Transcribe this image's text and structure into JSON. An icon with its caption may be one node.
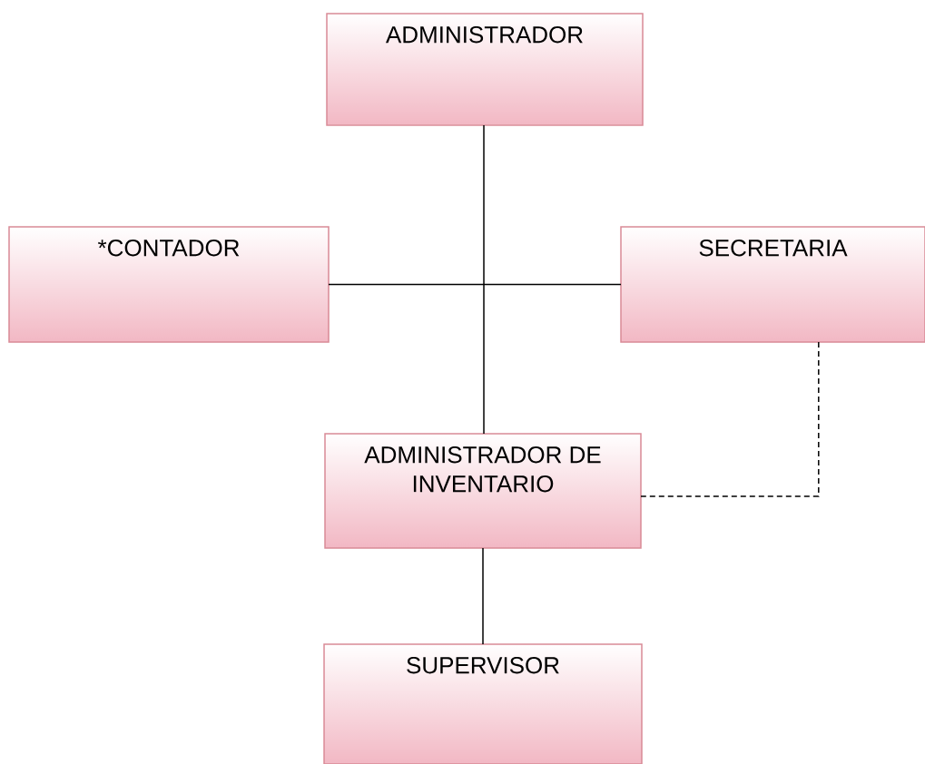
{
  "diagram": {
    "nodes": [
      {
        "text": [
          "ADMINISTRADOR"
        ]
      },
      {
        "text": [
          "*CONTADOR"
        ]
      },
      {
        "text": [
          "SECRETARIA"
        ]
      },
      {
        "text": [
          "ADMINISTRADOR DE INVENTARIO"
        ]
      },
      {
        "text": [
          "SUPERVISOR"
        ]
      }
    ],
    "edges": [
      {
        "from": 0,
        "to": 3,
        "arrow": "none"
      },
      {
        "from": 1,
        "to": 2,
        "arrow": "none"
      },
      {
        "from": 3,
        "to": 4,
        "arrow": "none"
      },
      {
        "from": 2,
        "to": 3,
        "arrow": "none",
        "style": "dashed"
      }
    ]
  }
}
